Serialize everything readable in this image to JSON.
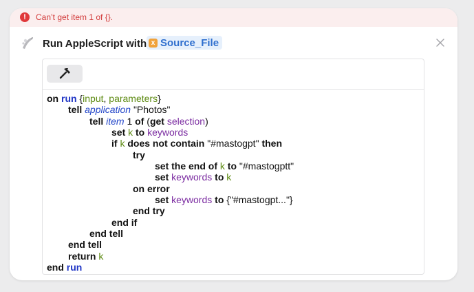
{
  "error": {
    "message": "Can’t get item 1 of {}."
  },
  "header": {
    "title": "Run AppleScript with",
    "token_label": "Source_File",
    "app_icon": "applescript-script-icon",
    "close_icon": "close-icon"
  },
  "toolbar": {
    "compile_icon": "hammer-icon"
  },
  "colors": {
    "error_red": "#e0383a",
    "token_blue": "#2f6fce",
    "keyword_blue": "#1f35c5",
    "variable_green": "#5d8a12",
    "property_purple": "#7a2aa0"
  },
  "code": {
    "l1": {
      "a": "on",
      "b": "run",
      "c": " {",
      "d": "input",
      "e": ", ",
      "f": "parameters",
      "g": "}"
    },
    "l2": {
      "a": "tell",
      "b": "application",
      "c": " \"Photos\""
    },
    "l3": {
      "a": "tell",
      "b": "item",
      "c": " 1 ",
      "d": "of",
      "e": " (",
      "f": "get",
      "g": "selection",
      "h": ")"
    },
    "l4": {
      "a": "set",
      "b": "k",
      "c": "to",
      "d": "keywords"
    },
    "l5": {
      "a": "if",
      "b": "k",
      "c": "does not contain",
      "d": " \"#mastogpt\" ",
      "e": "then"
    },
    "l6": {
      "a": "try"
    },
    "l7": {
      "a": "set the end of",
      "b": "k",
      "c": "to",
      "d": " \"#mastogptt\""
    },
    "l8": {
      "a": "set",
      "b": "keywords",
      "c": "to",
      "d": "k"
    },
    "l9": {
      "a": "on error"
    },
    "l10": {
      "a": "set",
      "b": "keywords",
      "c": "to",
      "d": " {\"#mastogpt...\"}"
    },
    "l11": {
      "a": "end try"
    },
    "l12": {
      "a": "end if"
    },
    "l13": {
      "a": "end tell"
    },
    "l14": {
      "a": "end tell"
    },
    "l15": {
      "a": "return",
      "b": "k"
    },
    "l16": {
      "a": "end",
      "b": "run"
    }
  }
}
